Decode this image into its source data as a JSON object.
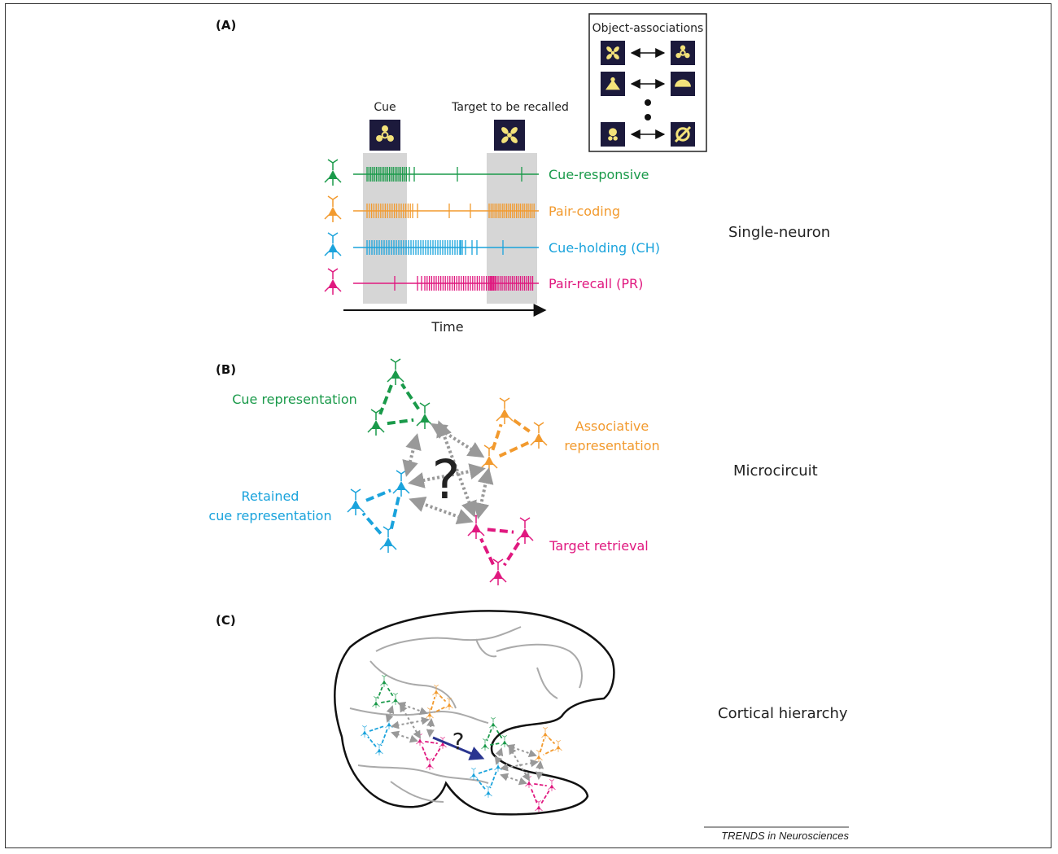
{
  "panels": {
    "a": "(A)",
    "b": "(B)",
    "c": "(C)"
  },
  "panel_a": {
    "legend_title": "Object-associations",
    "cue_label": "Cue",
    "target_label": "Target to be recalled",
    "time_label": "Time",
    "rows": [
      {
        "label": "Cue-responsive",
        "color": "#1a9a4a"
      },
      {
        "label": "Pair-coding",
        "color": "#f29a2e"
      },
      {
        "label": "Cue-holding (CH)",
        "color": "#1aa3dc"
      },
      {
        "label": "Pair-recall (PR)",
        "color": "#e0187f"
      }
    ],
    "side_label": "Single-neuron"
  },
  "panel_b": {
    "cue": "Cue representation",
    "assoc_1": "Associative",
    "assoc_2": "representation",
    "retained_1": "Retained",
    "retained_2": "cue representation",
    "target": "Target retrieval",
    "question": "?",
    "side_label": "Microcircuit"
  },
  "panel_c": {
    "question": "?",
    "side_label": "Cortical hierarchy"
  },
  "footer": {
    "source": "TRENDS in Neurosciences"
  },
  "colors": {
    "green": "#1a9a4a",
    "orange": "#f29a2e",
    "blue": "#1aa3dc",
    "pink": "#e0187f",
    "gray": "#999999",
    "navy": "#2a3590"
  }
}
